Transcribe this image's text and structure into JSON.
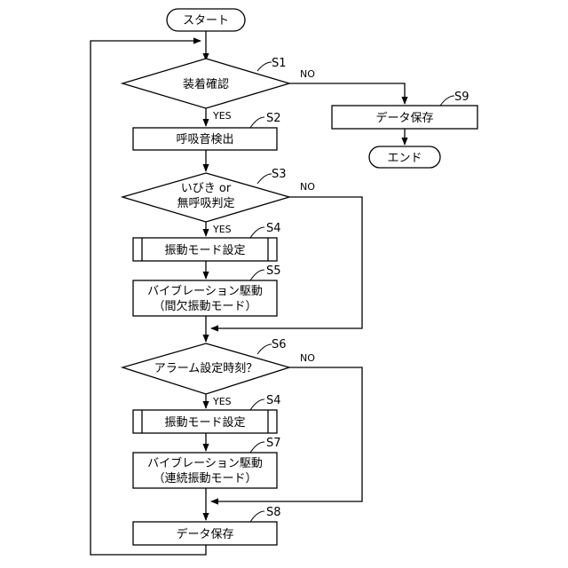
{
  "flowchart": {
    "start": "スタート",
    "end": "エンド",
    "yes": "YES",
    "no": "NO",
    "s1": {
      "step": "S1",
      "label": "装着確認"
    },
    "s2": {
      "step": "S2",
      "label": "呼吸音検出"
    },
    "s3": {
      "step": "S3",
      "line1": "いびき or",
      "line2": "無呼吸判定"
    },
    "s4a": {
      "step": "S4",
      "label": "振動モード設定"
    },
    "s5": {
      "step": "S5",
      "line1": "バイブレーション駆動",
      "line2": "（間欠振動モード）"
    },
    "s6": {
      "step": "S6",
      "label": "アラーム設定時刻？"
    },
    "s4b": {
      "step": "S4",
      "label": "振動モード設定"
    },
    "s7": {
      "step": "S7",
      "line1": "バイブレーション駆動",
      "line2": "（連続振動モード）"
    },
    "s8": {
      "step": "S8",
      "label": "データ保存"
    },
    "s9": {
      "step": "S9",
      "label": "データ保存"
    }
  }
}
